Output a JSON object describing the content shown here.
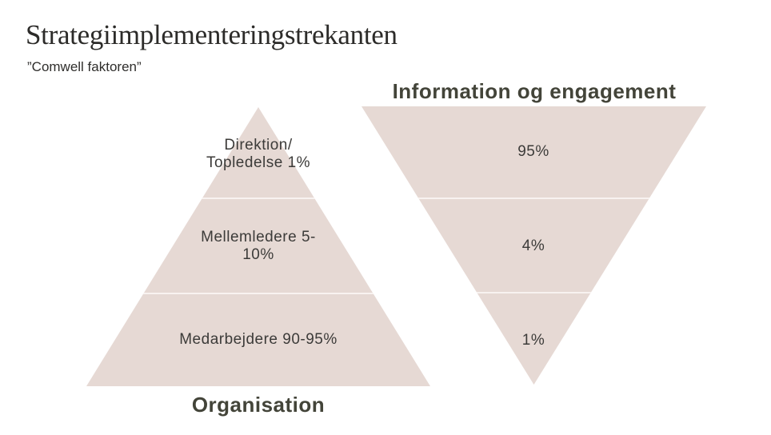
{
  "slide": {
    "title": "Strategiimplementeringstrekanten",
    "subtitle": "”Comwell faktoren”"
  },
  "organisation_pyramid": {
    "heading": "Organisation",
    "levels": [
      {
        "label": "Direktion/\nTopledelse 1%"
      },
      {
        "label": "Mellemledere 5-\n10%"
      },
      {
        "label": "Medarbejdere 90-95%"
      }
    ]
  },
  "information_pyramid": {
    "heading": "Information og engagement",
    "levels": [
      {
        "value": "95%"
      },
      {
        "value": "4%"
      },
      {
        "value": "1%"
      }
    ]
  },
  "colors": {
    "pyramid_fill": "#e6d9d4",
    "divider_line": "#f8f2f0",
    "heading_text": "#434439",
    "label_text": "#3c3b39",
    "title_text": "#2c2b29"
  }
}
